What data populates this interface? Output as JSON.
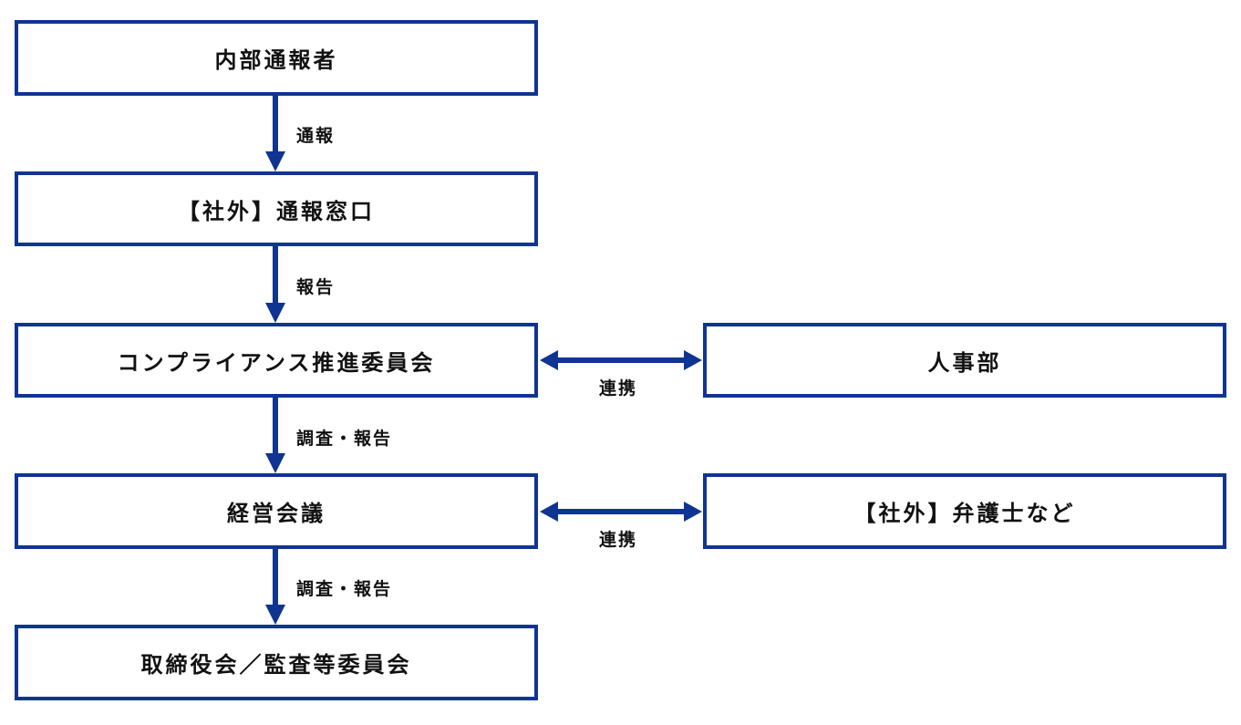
{
  "nodes": {
    "reporter": "内部通報者",
    "external_window": "【社外】通報窓口",
    "compliance_committee": "コンプライアンス推進委員会",
    "hr": "人事部",
    "management_meeting": "経営会議",
    "external_lawyers": "【社外】弁護士など",
    "board": "取締役会／監査等委員会"
  },
  "edges": {
    "report": "通報",
    "report_up": "報告",
    "investigate_report_1": "調査・報告",
    "investigate_report_2": "調査・報告",
    "coop_hr": "連携",
    "coop_lawyers": "連携"
  },
  "colors": {
    "accent": "#0f3491"
  }
}
